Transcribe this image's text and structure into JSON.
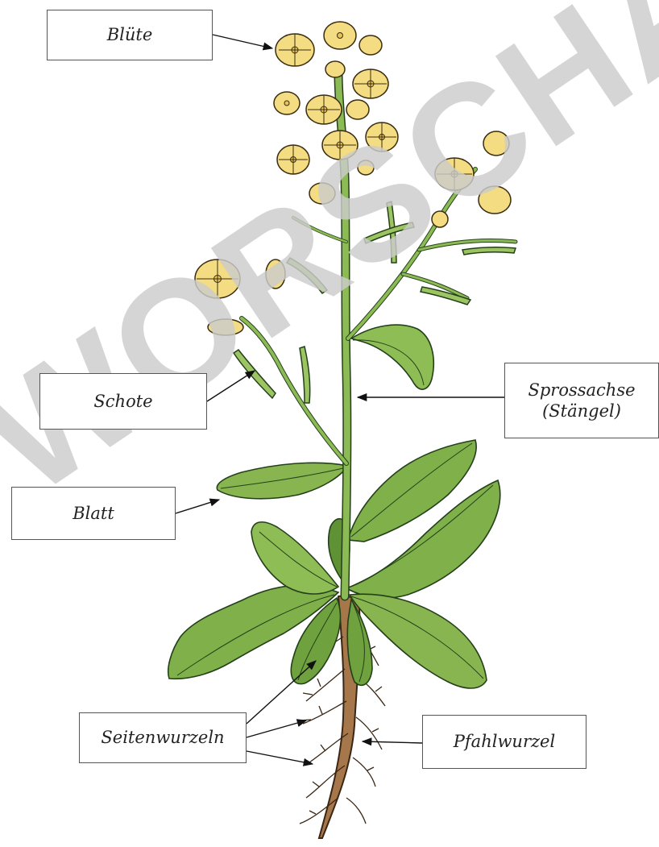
{
  "labels": {
    "bluete": "Blüte",
    "schote": "Schote",
    "blatt": "Blatt",
    "sprossachse_line1": "Sprossachse",
    "sprossachse_line2": "(Stängel)",
    "seitenwurzeln": "Seitenwurzeln",
    "pfahlwurzel": "Pfahlwurzel"
  },
  "watermark": {
    "text": "WORSCHA"
  },
  "colors": {
    "petal": "#f4dc82",
    "petal_shade": "#e7c358",
    "leaf": "#7fb04a",
    "leaf_dark": "#4e7f2c",
    "stem": "#8cba55",
    "root": "#a5774a",
    "watermark": "#cccccc"
  }
}
